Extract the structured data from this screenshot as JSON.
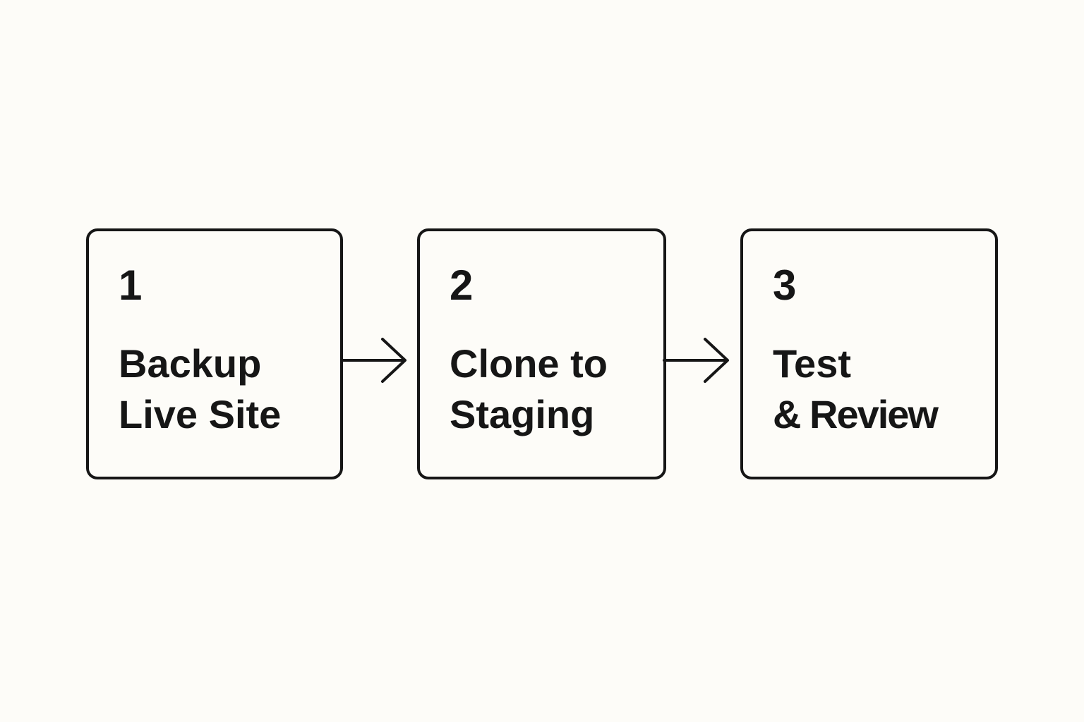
{
  "steps": [
    {
      "number": "1",
      "label_line1": "Backup",
      "label_line2": "Live Site"
    },
    {
      "number": "2",
      "label_line1": "Clone to",
      "label_line2": "Staging"
    },
    {
      "number": "3",
      "label_line1": "Test",
      "label_line2": "& Review"
    }
  ],
  "colors": {
    "background": "#fdfcf8",
    "stroke": "#161616"
  }
}
